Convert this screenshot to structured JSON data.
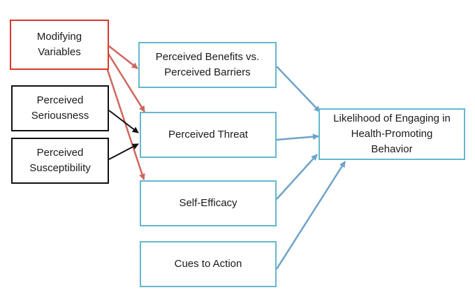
{
  "colors": {
    "background": "#ffffff",
    "modifying_border": "#d9382b",
    "perception_border": "#111111",
    "construct_border": "#64b8cc",
    "modifying_arrow": "#d0665e",
    "perception_arrow": "#111111",
    "outcome_arrow": "#6fa3c9",
    "text": "#1a1a1a"
  },
  "nodes": {
    "modifying_variables": {
      "lines": [
        "Modifying",
        "Variables"
      ]
    },
    "perceived_seriousness": {
      "lines": [
        "Perceived",
        "Seriousness"
      ]
    },
    "perceived_susceptibility": {
      "lines": [
        "Perceived",
        "Susceptibility"
      ]
    },
    "perceived_benefits_barriers": {
      "lines": [
        "Perceived Benefits vs.",
        "Perceived Barriers"
      ]
    },
    "perceived_threat": {
      "lines": [
        "Perceived Threat"
      ]
    },
    "self_efficacy": {
      "lines": [
        "Self-Efficacy"
      ]
    },
    "cues_to_action": {
      "lines": [
        "Cues to Action"
      ]
    },
    "likelihood": {
      "lines": [
        "Likelihood of Engaging in",
        "Health-Promoting",
        "Behavior"
      ]
    }
  },
  "edges": [
    {
      "from": "modifying_variables",
      "to": "perceived_benefits_barriers",
      "type": "modifying"
    },
    {
      "from": "modifying_variables",
      "to": "perceived_threat",
      "type": "modifying"
    },
    {
      "from": "modifying_variables",
      "to": "self_efficacy",
      "type": "modifying"
    },
    {
      "from": "perceived_seriousness",
      "to": "perceived_threat",
      "type": "perception"
    },
    {
      "from": "perceived_susceptibility",
      "to": "perceived_threat",
      "type": "perception"
    },
    {
      "from": "perceived_benefits_barriers",
      "to": "likelihood",
      "type": "outcome"
    },
    {
      "from": "perceived_threat",
      "to": "likelihood",
      "type": "outcome"
    },
    {
      "from": "self_efficacy",
      "to": "likelihood",
      "type": "outcome"
    },
    {
      "from": "cues_to_action",
      "to": "likelihood",
      "type": "outcome"
    }
  ]
}
